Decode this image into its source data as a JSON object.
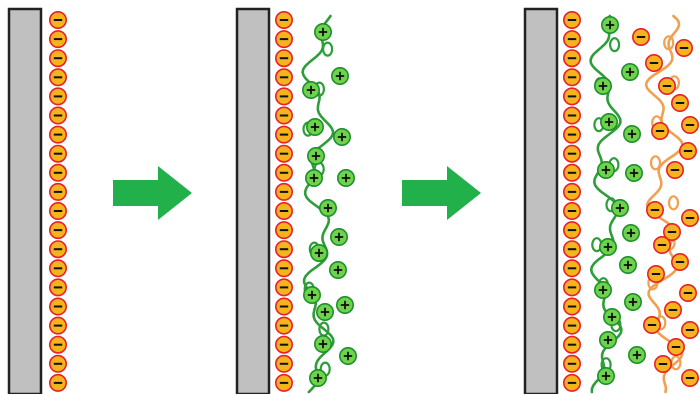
{
  "colors": {
    "background": "#ffffff",
    "substrate_fill": "#c0c0c0",
    "substrate_stroke": "#222222",
    "arrow": "#22b04b",
    "negative_fill": "#f5b41e",
    "negative_stroke": "#e8202a",
    "positive_fill": "#6ed24a",
    "positive_stroke": "#1f8f2e",
    "positive_chain": "#2e9e3a",
    "negative_chain": "#f0a050"
  },
  "stages": [
    {
      "name": "substrate-with-negative-layer",
      "layers": [
        "negative"
      ]
    },
    {
      "name": "after-polycation-adsorption",
      "layers": [
        "negative",
        "positive"
      ]
    },
    {
      "name": "after-polyanion-adsorption",
      "layers": [
        "negative",
        "positive",
        "negative"
      ]
    }
  ],
  "arrows": [
    {
      "name": "arrow-stage-1-to-2"
    },
    {
      "name": "arrow-stage-2-to-3"
    }
  ],
  "symbols": {
    "negative": "−",
    "positive": "+"
  }
}
